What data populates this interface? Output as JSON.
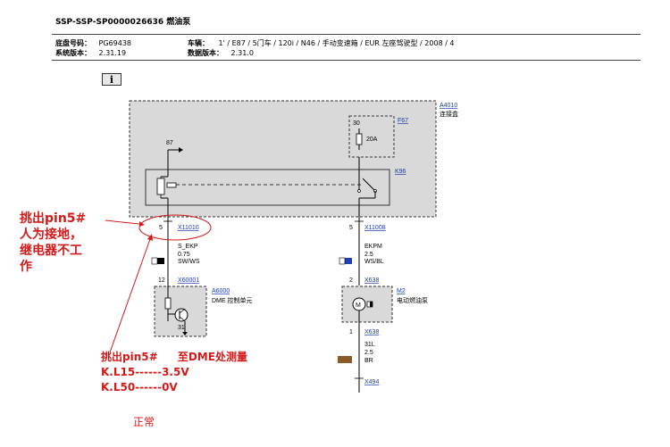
{
  "header": {
    "title": "SSP-SSP-SP0000026636 燃油泵",
    "chassis_label": "底盘号码：",
    "chassis_value": "PG69438",
    "system_label": "系统版本：",
    "system_value": "2.31.19",
    "vehicle_label": "车辆：",
    "vehicle_value": "1' / E87 / 5门车 / 120i / N46 / 手动变速箱 / EUR 左座驾驶型 / 2008 / 4",
    "data_label": "数据版本：",
    "data_value": "2.31.0"
  },
  "info_button": "i",
  "diagram": {
    "a4010": {
      "code": "A4010",
      "name": "连接盒"
    },
    "f67": {
      "code": "F67",
      "pin": "30",
      "rating": "20A"
    },
    "k96": {
      "code": "K96"
    },
    "relay_pin": "87",
    "x11010": {
      "code": "X11010",
      "pin": "5"
    },
    "x11008": {
      "code": "X11008",
      "pin": "5"
    },
    "wire_left": {
      "name": "S_EKP",
      "size": "0.75",
      "color": "SW/WS"
    },
    "wire_right": {
      "name": "EKPM",
      "size": "2.5",
      "color": "WS/BL"
    },
    "x60001": {
      "code": "X60001",
      "pin": "12"
    },
    "a6000": {
      "code": "A6000",
      "name": "DME 控制单元",
      "pin": "31"
    },
    "x638_top": {
      "code": "X638",
      "pin": "2"
    },
    "m2": {
      "code": "M2",
      "name": "电动燃油泵"
    },
    "x638_bottom": {
      "code": "X638",
      "pin": "1"
    },
    "wire_ground": {
      "name": "31L",
      "size": "2.5",
      "color": "BR"
    },
    "x494": {
      "code": "X494"
    }
  },
  "annotations": {
    "note1": [
      "挑出pin5#",
      "人为接地，",
      "继电器不工",
      "作"
    ],
    "note2_line1_a": "挑出pin5#",
    "note2_line1_b": "至DME处测量",
    "note2_line2": "K.L15------3.5V",
    "note2_line3": "K.L50------0V",
    "note3": "正常"
  },
  "colors": {
    "annotation_red": "#d21a1a",
    "link_blue": "#1a3caa",
    "module_fill": "#d9d9d9",
    "wire_brown": "#8b5a2b",
    "wire_blue": "#1f3fbf"
  }
}
